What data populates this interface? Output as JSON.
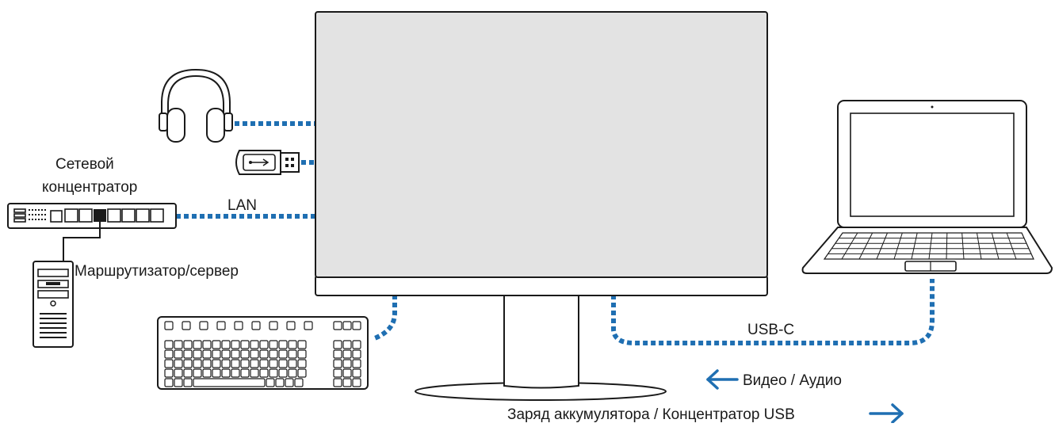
{
  "labels": {
    "network_hub": [
      "Сетевой",
      "концентратор"
    ],
    "lan": "LAN",
    "router_server": "Маршрутизатор/сервер",
    "usb_c": "USB-C",
    "video_audio": "Видео / Аудио",
    "charging_hub": "Заряд аккумулятора / Концентратор USB"
  },
  "icons": {
    "headphones": "headphones-icon",
    "usb_drive": "usb-drive-icon",
    "network_hub": "network-hub-icon",
    "pc_tower": "pc-tower-icon",
    "keyboard": "keyboard-icon",
    "monitor": "monitor-icon",
    "laptop": "laptop-icon",
    "arrow_left": "arrow-left-icon",
    "arrow_right": "arrow-right-icon"
  },
  "colors": {
    "cable": "#1f6fb2",
    "arrow": "#1f6fb2",
    "screen": "#e3e3e3",
    "outline": "#1a1a1a"
  }
}
